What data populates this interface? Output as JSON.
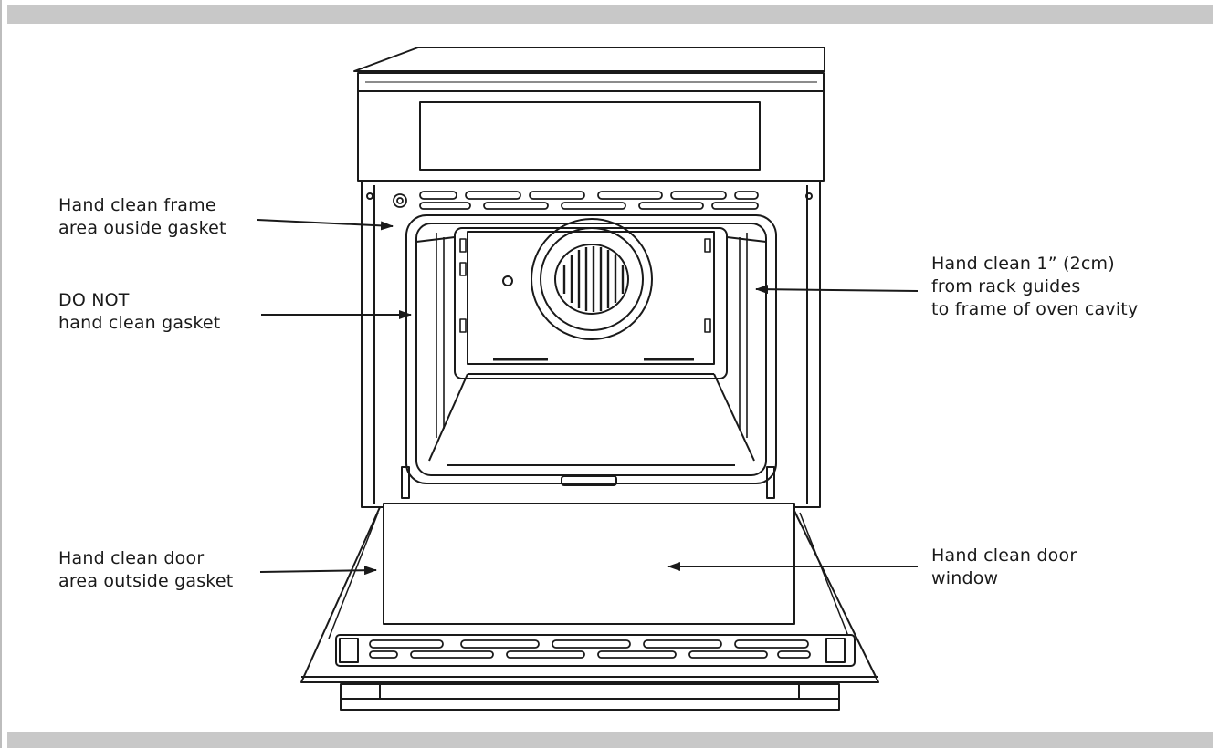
{
  "labels": {
    "frame_outside_gasket": {
      "line1": "Hand clean frame",
      "line2": "area ouside gasket"
    },
    "do_not_gasket": {
      "line1": "DO NOT",
      "line2": "hand clean gasket"
    },
    "rack_guides": {
      "line1": "Hand clean 1” (2cm)",
      "line2": "from rack guides",
      "line3": "to frame of oven cavity"
    },
    "door_outside_gasket": {
      "line1": "Hand clean door",
      "line2": "area outside gasket"
    },
    "door_window": {
      "line1": "Hand clean door",
      "line2": "window"
    }
  },
  "colors": {
    "line": "#1a1a1a",
    "band": "#c8c8c8",
    "background": "#ffffff"
  }
}
